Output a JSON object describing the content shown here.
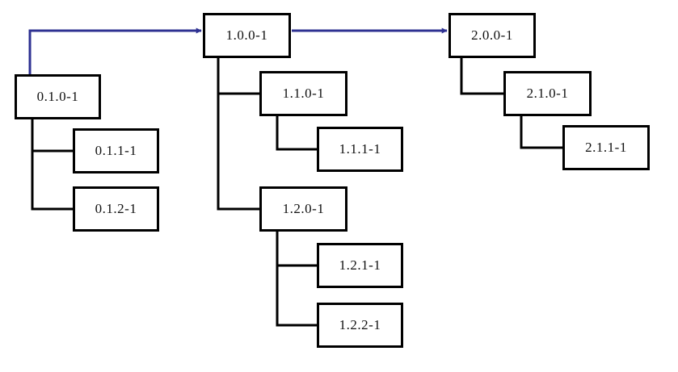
{
  "diagram": {
    "nodes": [
      {
        "id": "n010",
        "label": "0.1.0-1"
      },
      {
        "id": "n011",
        "label": "0.1.1-1"
      },
      {
        "id": "n012",
        "label": "0.1.2-1"
      },
      {
        "id": "n100",
        "label": "1.0.0-1"
      },
      {
        "id": "n110",
        "label": "1.1.0-1"
      },
      {
        "id": "n111",
        "label": "1.1.1-1"
      },
      {
        "id": "n120",
        "label": "1.2.0-1"
      },
      {
        "id": "n121",
        "label": "1.2.1-1"
      },
      {
        "id": "n122",
        "label": "1.2.2-1"
      },
      {
        "id": "n200",
        "label": "2.0.0-1"
      },
      {
        "id": "n210",
        "label": "2.1.0-1"
      },
      {
        "id": "n211",
        "label": "2.1.1-1"
      }
    ],
    "tree_edges": [
      [
        "n010",
        "n011"
      ],
      [
        "n010",
        "n012"
      ],
      [
        "n100",
        "n110"
      ],
      [
        "n100",
        "n120"
      ],
      [
        "n110",
        "n111"
      ],
      [
        "n120",
        "n121"
      ],
      [
        "n120",
        "n122"
      ],
      [
        "n200",
        "n210"
      ],
      [
        "n210",
        "n211"
      ]
    ],
    "sequence_arrows": [
      [
        "n010",
        "n100"
      ],
      [
        "n100",
        "n200"
      ]
    ],
    "colors": {
      "box_border": "#000000",
      "tree_line": "#000000",
      "arrow": "#2e3192",
      "text": "#111111"
    }
  }
}
